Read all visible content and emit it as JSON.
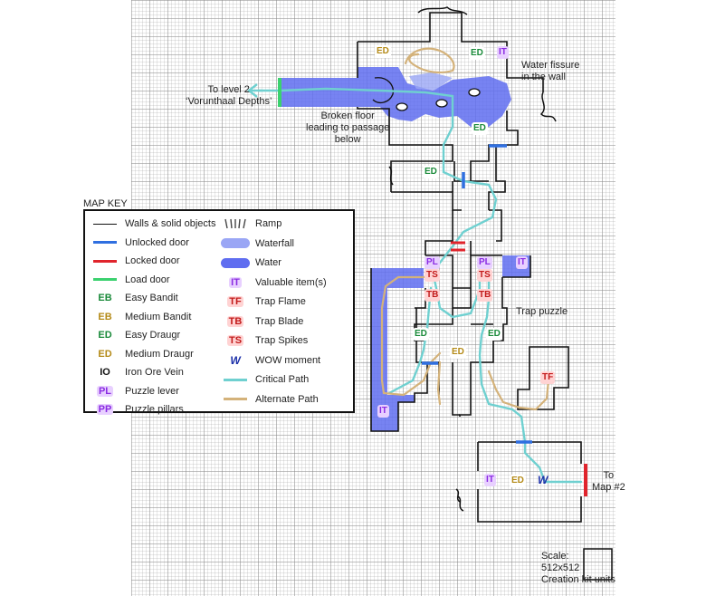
{
  "annotations": {
    "level2": "To level 2",
    "level2_name": "‘Vorunthaal Depths’",
    "fissure_line1": "Water fissure",
    "fissure_line2": "in the wall",
    "broken_line1": "Broken floor",
    "broken_line2": "leading to passage",
    "broken_line3": "below",
    "trap_puzzle": "Trap puzzle",
    "to_map_line1": "To",
    "to_map_line2": "Map #2",
    "scale_line1": "Scale:",
    "scale_line2": "512x512",
    "scale_line3": "Creation kit units"
  },
  "map_tags": {
    "ed_top_left": "ED",
    "ed_top_right": "ED",
    "it_top": "IT",
    "ed_hall": "ED",
    "ed_corridor": "ED",
    "pl_left": "PL",
    "ts_left": "TS",
    "tb_left": "TB",
    "pl_right": "PL",
    "ts_right": "TS",
    "tb_right": "TB",
    "it_right_room": "IT",
    "ed_mid_left": "ED",
    "ed_mid_center": "ED",
    "ed_mid_right": "ED",
    "it_bottom_left": "IT",
    "tf": "TF",
    "it_bottom": "IT",
    "ed_bottom": "ED",
    "w": "W"
  },
  "legend": {
    "title": "MAP KEY",
    "left": [
      {
        "symbol": "line-black",
        "abbr": "",
        "label": "Walls & solid objects"
      },
      {
        "symbol": "line-blue",
        "abbr": "",
        "label": "Unlocked door"
      },
      {
        "symbol": "line-red",
        "abbr": "",
        "label": "Locked door"
      },
      {
        "symbol": "line-green",
        "abbr": "",
        "label": "Load door"
      },
      {
        "symbol": "abbr",
        "abbr": "EB",
        "color": "#1a8a3a",
        "bg": "#ffffff",
        "label": "Easy Bandit"
      },
      {
        "symbol": "abbr",
        "abbr": "EB",
        "color": "#b48a17",
        "bg": "#ffffff",
        "label": "Medium Bandit"
      },
      {
        "symbol": "abbr",
        "abbr": "ED",
        "color": "#1a8a3a",
        "bg": "#ffffff",
        "label": "Easy Draugr"
      },
      {
        "symbol": "abbr",
        "abbr": "ED",
        "color": "#b48a17",
        "bg": "#ffffff",
        "label": "Medium Draugr"
      },
      {
        "symbol": "abbr",
        "abbr": "IO",
        "color": "#111111",
        "bg": "#ffffff",
        "label": "Iron Ore Vein"
      },
      {
        "symbol": "abbr",
        "abbr": "PL",
        "color": "#8a2be2",
        "bg": "#e8d0ff",
        "label": "Puzzle lever"
      },
      {
        "symbol": "abbr",
        "abbr": "PP",
        "color": "#8a2be2",
        "bg": "#e8d0ff",
        "label": "Puzzle pillars"
      }
    ],
    "right": [
      {
        "symbol": "ramp",
        "abbr": "",
        "label": "Ramp"
      },
      {
        "symbol": "waterfall",
        "abbr": "",
        "label": "Waterfall"
      },
      {
        "symbol": "water",
        "abbr": "",
        "label": "Water"
      },
      {
        "symbol": "abbr",
        "abbr": "IT",
        "color": "#8a2be2",
        "bg": "#e8d0ff",
        "label": "Valuable item(s)"
      },
      {
        "symbol": "abbr",
        "abbr": "TF",
        "color": "#c21a1a",
        "bg": "#ffd3d3",
        "label": "Trap Flame"
      },
      {
        "symbol": "abbr",
        "abbr": "TB",
        "color": "#c21a1a",
        "bg": "#ffd3d3",
        "label": "Trap Blade"
      },
      {
        "symbol": "abbr",
        "abbr": "TS",
        "color": "#c21a1a",
        "bg": "#ffd3d3",
        "label": "Trap Spikes"
      },
      {
        "symbol": "abbr",
        "abbr": "W",
        "color": "#1a2ea8",
        "bg": "#ffffff",
        "label": "WOW moment"
      },
      {
        "symbol": "line-critical",
        "abbr": "",
        "label": "Critical Path"
      },
      {
        "symbol": "line-alternate",
        "abbr": "",
        "label": "Alternate Path"
      }
    ]
  },
  "colors": {
    "wall": "#111111",
    "unlocked_door": "#2f6fe0",
    "locked_door": "#e0242c",
    "load_door": "#3bd16f",
    "water": "#5f6df0",
    "waterfall": "#9aa6f5",
    "critical_path": "#6fd0d0",
    "alternate_path": "#d4b27a"
  }
}
